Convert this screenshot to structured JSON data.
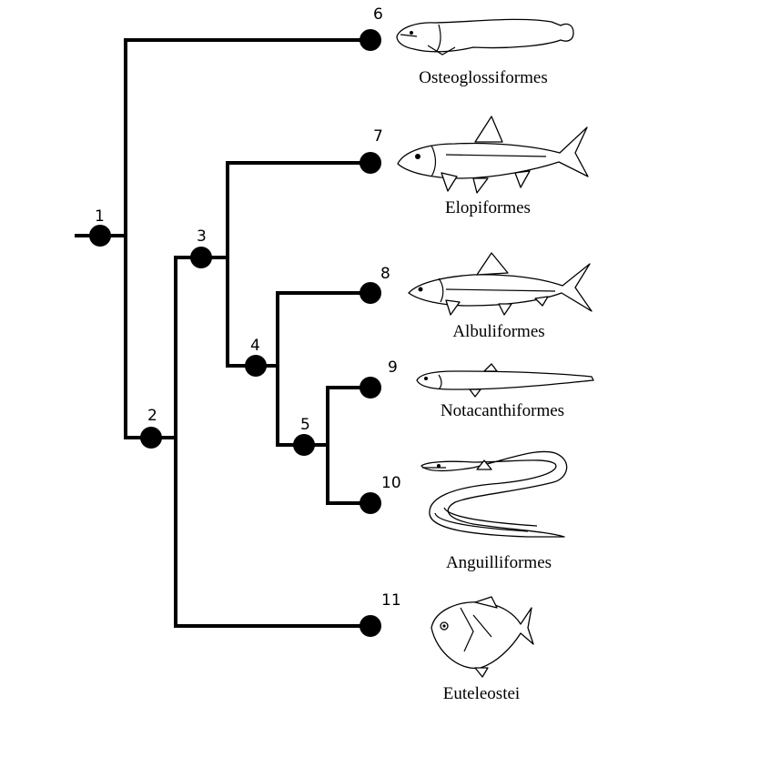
{
  "nodes": [
    {
      "id": "1",
      "label": "1"
    },
    {
      "id": "2",
      "label": "2"
    },
    {
      "id": "3",
      "label": "3"
    },
    {
      "id": "4",
      "label": "4"
    },
    {
      "id": "5",
      "label": "5"
    },
    {
      "id": "6",
      "label": "6"
    },
    {
      "id": "7",
      "label": "7"
    },
    {
      "id": "8",
      "label": "8"
    },
    {
      "id": "9",
      "label": "9"
    },
    {
      "id": "10",
      "label": "10"
    },
    {
      "id": "11",
      "label": "11"
    }
  ],
  "taxa": [
    {
      "node": "6",
      "name": "Osteoglossiformes"
    },
    {
      "node": "7",
      "name": "Elopiformes"
    },
    {
      "node": "8",
      "name": "Albuliformes"
    },
    {
      "node": "9",
      "name": "Notacanthiformes"
    },
    {
      "node": "10",
      "name": "Anguilliformes"
    },
    {
      "node": "11",
      "name": "Euteleostei"
    }
  ]
}
